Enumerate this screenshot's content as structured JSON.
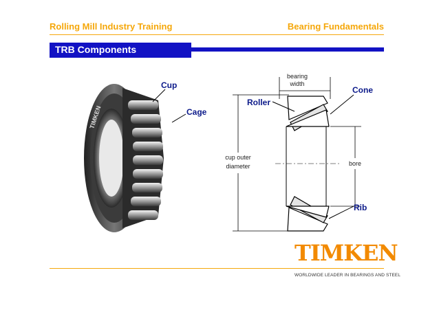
{
  "header": {
    "left_title": "Rolling Mill Industry Training",
    "right_title": "Bearing Fundamentals"
  },
  "slide": {
    "title": "TRB Components"
  },
  "photo": {
    "callouts": {
      "cup": "Cup",
      "cage": "Cage"
    },
    "brand_on_cup": "TIMKEN"
  },
  "diagram": {
    "callouts": {
      "roller": "Roller",
      "cone": "Cone",
      "rib": "Rib"
    },
    "labels": {
      "bearing_width_1": "bearing",
      "bearing_width_2": "width",
      "cup_outer_1": "cup outer",
      "cup_outer_2": "diameter",
      "bore": "bore"
    }
  },
  "footer": {
    "brand": "TIMKEN",
    "tagline": "WORLDWIDE LEADER IN BEARINGS AND STEEL"
  },
  "colors": {
    "accent_orange": "#f5a70a",
    "title_blue": "#1212c4",
    "callout_blue": "#0c1a8a",
    "brand_orange": "#f28a00"
  }
}
